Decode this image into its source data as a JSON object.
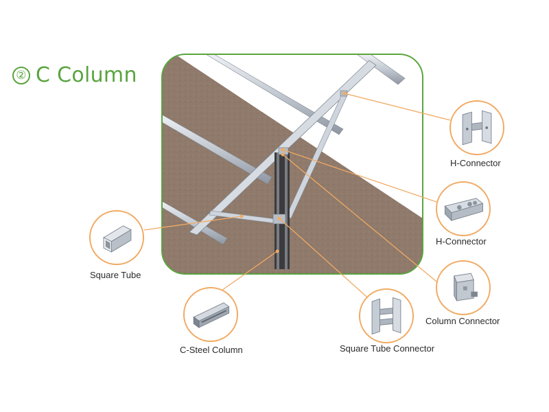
{
  "title": {
    "number": "②",
    "text": "C Column"
  },
  "callouts": [
    {
      "label": "H-Connector",
      "icon": "h-connector-icon"
    },
    {
      "label": "H-Connector",
      "icon": "h-connector-clamp-icon"
    },
    {
      "label": "Column Connector",
      "icon": "column-connector-icon"
    },
    {
      "label": "Square Tube Connector",
      "icon": "square-tube-connector-icon"
    },
    {
      "label": "C-Steel Column",
      "icon": "c-steel-column-icon"
    },
    {
      "label": "Square Tube",
      "icon": "square-tube-icon"
    }
  ],
  "colors": {
    "title": "#5aa43f",
    "frame_border": "#5aa43f",
    "callout_line": "#f1aa63",
    "ground": "#8f7a6b",
    "rail": "#c8ced6"
  }
}
